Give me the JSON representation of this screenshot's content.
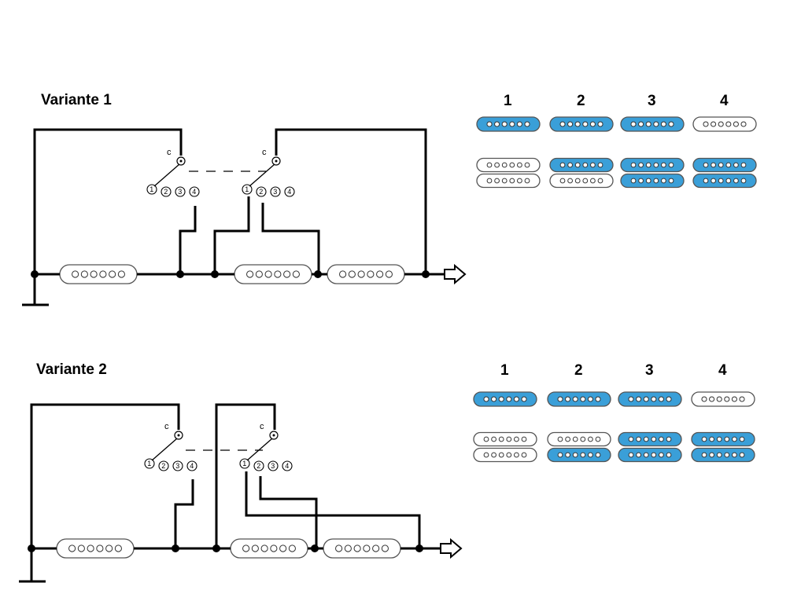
{
  "variants": [
    {
      "title": "Variante 1",
      "columns": [
        "1",
        "2",
        "3",
        "4"
      ]
    },
    {
      "title": "Variante 2",
      "columns": [
        "1",
        "2",
        "3",
        "4"
      ]
    }
  ],
  "switch": {
    "common_label": "c",
    "positions": [
      "1",
      "2",
      "3",
      "4"
    ]
  },
  "colors": {
    "active_pickup": "#3a9fd8",
    "inactive_pickup": "#ffffff",
    "wire": "#000000"
  },
  "states": {
    "single_row": [
      "active",
      "active",
      "active",
      "inactive"
    ],
    "variant1_humbucker_top": [
      "inactive",
      "active",
      "active",
      "active"
    ],
    "variant1_humbucker_bottom": [
      "inactive",
      "inactive",
      "active",
      "active"
    ],
    "variant2_humbucker_top": [
      "inactive",
      "inactive",
      "active",
      "active"
    ],
    "variant2_humbucker_bottom": [
      "inactive",
      "active",
      "active",
      "active"
    ]
  }
}
